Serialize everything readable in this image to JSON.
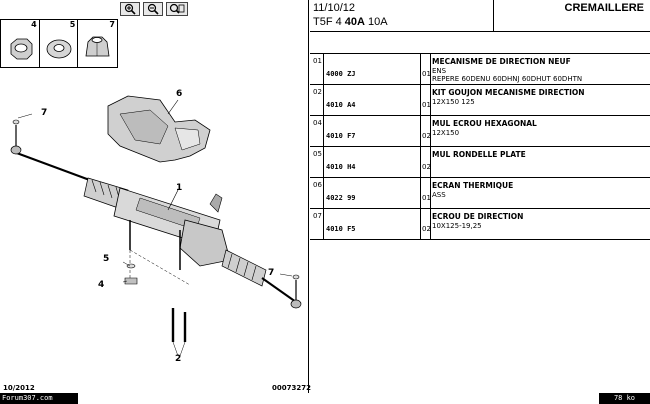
{
  "toolbar": {
    "buttons": [
      {
        "icon": "zoom-in-icon"
      },
      {
        "icon": "zoom-out-icon"
      },
      {
        "icon": "zoom-fit-icon"
      }
    ]
  },
  "thumbnails": [
    {
      "number": "4"
    },
    {
      "number": "5"
    },
    {
      "number": "7"
    }
  ],
  "diagram": {
    "callouts": {
      "c1": "1",
      "c2": "2",
      "c4": "4",
      "c5": "5",
      "c6": "6",
      "c7a": "7",
      "c7b": "7"
    },
    "footer_left": "10/2012",
    "footer_right": "00073272"
  },
  "header": {
    "date": "11/10/12",
    "engine_prefix": "T5F 4",
    "engine_bold": "40A",
    "engine_suffix": "10A",
    "section_title": "CREMAILLERE"
  },
  "parts": [
    {
      "index": "01",
      "reference": "4000 ZJ",
      "quantity": "01",
      "description": "MECANISME DE DIRECTION NEUF",
      "detail1": "ENS",
      "detail2": "REPERE 60DENU 60DHNJ 60DHUT 60DHTN"
    },
    {
      "index": "02",
      "reference": "4010 A4",
      "quantity": "01",
      "description": "KIT GOUJON MECANISME DIRECTION",
      "detail1": "12X150 125",
      "detail2": ""
    },
    {
      "index": "04",
      "reference": "4010 F7",
      "quantity": "02",
      "description": "MUL ECROU HEXAGONAL",
      "detail1": "12X150",
      "detail2": ""
    },
    {
      "index": "05",
      "reference": "4010 H4",
      "quantity": "02",
      "description": "MUL RONDELLE PLATE",
      "detail1": "",
      "detail2": ""
    },
    {
      "index": "06",
      "reference": "4022 99",
      "quantity": "01",
      "description": "ECRAN THERMIQUE",
      "detail1": "ASS",
      "detail2": ""
    },
    {
      "index": "07",
      "reference": "4010 F5",
      "quantity": "02",
      "description": "ECROU DE DIRECTION",
      "detail1": "10X125-19,25",
      "detail2": ""
    }
  ],
  "status": {
    "forum": "Forum307.com",
    "size": "78 ko"
  }
}
